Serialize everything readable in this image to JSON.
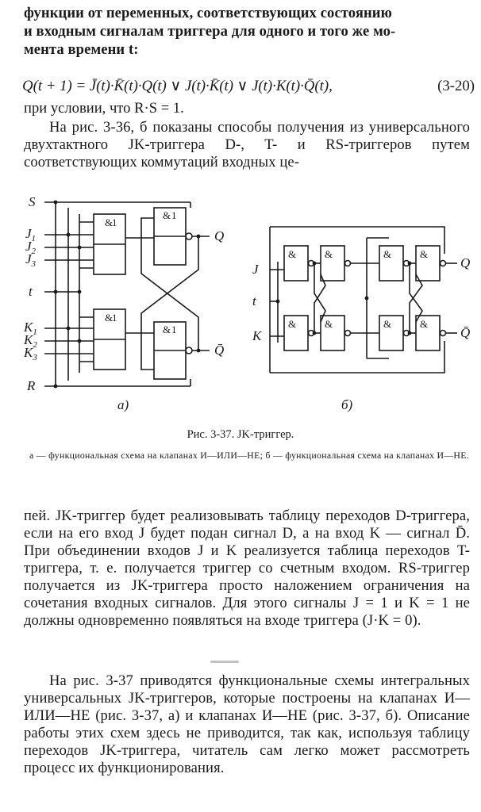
{
  "top_text": {
    "line1": "функции от переменных, соответствующих состоянию",
    "line2": "и входным сигналам триггера для одного и того же мо-",
    "line3": "мента времени t:"
  },
  "formula": {
    "expr": "Q(t + 1) = J̄(t)·K̄(t)·Q(t) ∨ J(t)·K̄(t) ∨ J(t)·K(t)·Q̄(t),",
    "number": "(3-20)"
  },
  "condition": "при условии, что R·S = 1.",
  "intro": "На рис. 3-36, б показаны способы получения из универсального двухтактного JK-триггера D-, T- и RS-триггеров путем соответствующих коммутаций входных це-",
  "figure": {
    "left_labels": {
      "S": "S",
      "J1": "J",
      "J1s": "1",
      "J2": "J",
      "J2s": "2",
      "J3": "J",
      "J3s": "3",
      "t": "t",
      "K1": "K",
      "K1s": "1",
      "K2": "K",
      "K2s": "2",
      "K3": "K",
      "K3s": "3",
      "R": "R",
      "Q": "Q",
      "Qbar": "Q̄",
      "panel": "а)",
      "gate_or": "1",
      "gate_and": "&"
    },
    "right_labels": {
      "J": "J",
      "t": "t",
      "K": "K",
      "Q": "Q",
      "Qbar": "Q̄",
      "panel": "б)",
      "gate_and": "&"
    },
    "caption_title": "Рис. 3-37. JK-триггер.",
    "caption_sub": "а — функциональная схема на клапанах И—ИЛИ—НЕ; б — функциональная схема на клапанах И—НЕ."
  },
  "para2": "пей. JK-триггер будет реализовывать таблицу переходов D-триггера, если на его вход J будет подан сигнал D, а на вход K — сигнал D̄. При объединении входов J и K реализуется таблица переходов T-триггера, т. е. получается триггер со счетным входом. RS-триггер получается из JK-триггера просто наложением ограничения на сочетания входных сигналов. Для этого сигналы J = 1 и K = 1 не должны одновременно появляться на входе триггера (J·K = 0).",
  "para3": "На рис. 3-37 приводятся функциональные схемы интегральных универсальных JK-триггеров, которые построены на клапанах И—ИЛИ—НЕ (рис. 3-37, а) и клапанах И—НЕ (рис. 3-37, б). Описание работы этих схем здесь не приводится, так как, используя таблицу переходов JK-триггера, читатель сам легко может рассмотреть процесс их функционирования."
}
